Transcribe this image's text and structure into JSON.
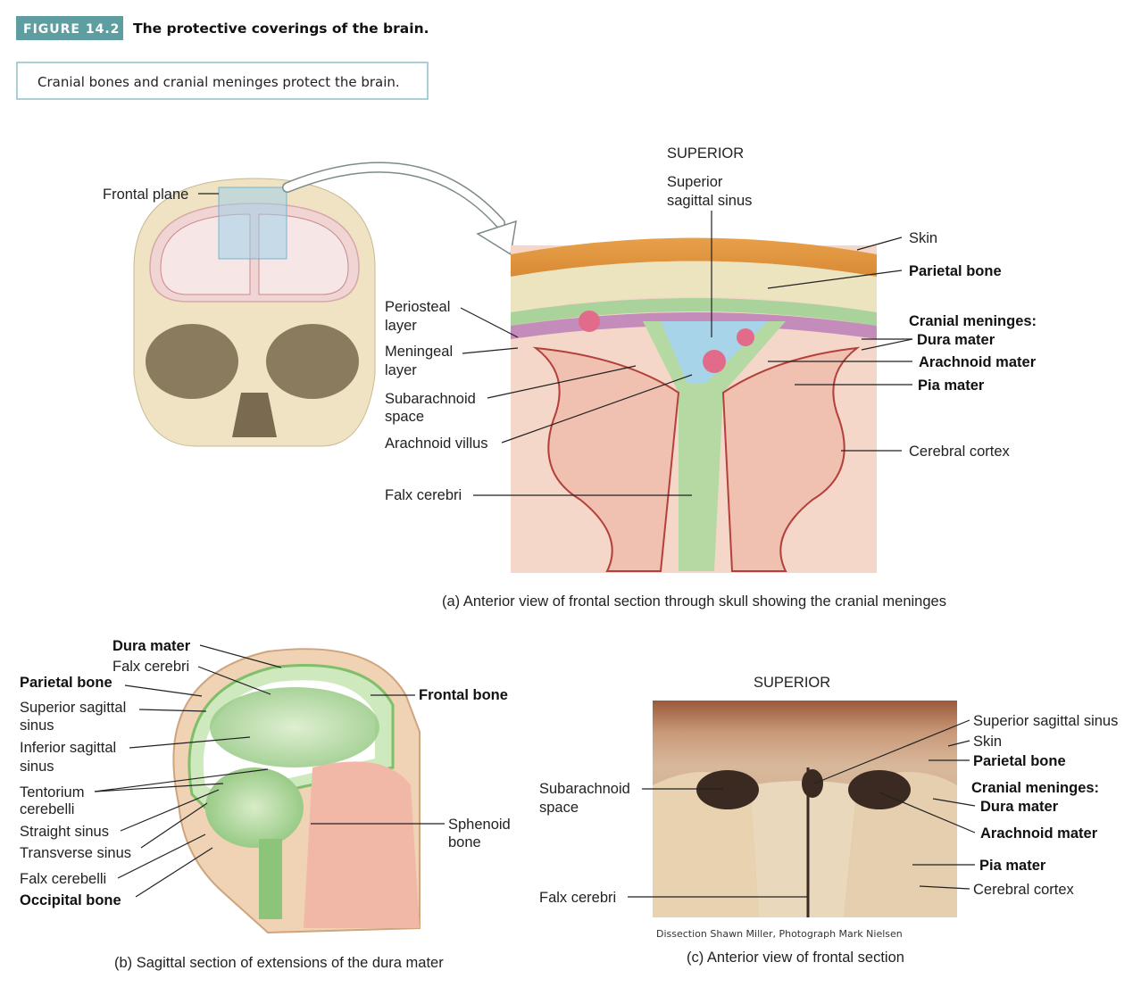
{
  "header": {
    "badge": "FIGURE 14.2",
    "title": "The protective coverings of the brain.",
    "summary": "Cranial bones and cranial meninges protect the brain."
  },
  "panel_a": {
    "superior": "SUPERIOR",
    "frontal_plane": "Frontal plane",
    "superior_sagittal_sinus": [
      "Superior",
      "sagittal sinus"
    ],
    "periosteal_layer": [
      "Periosteal",
      "layer"
    ],
    "meningeal_layer": [
      "Meningeal",
      "layer"
    ],
    "subarachnoid_space": [
      "Subarachnoid",
      "space"
    ],
    "arachnoid_villus": "Arachnoid villus",
    "falx_cerebri": "Falx cerebri",
    "skin": "Skin",
    "parietal_bone": "Parietal bone",
    "cranial_meninges": "Cranial meninges:",
    "dura_mater": "Dura mater",
    "arachnoid_mater": "Arachnoid mater",
    "pia_mater": "Pia mater",
    "cerebral_cortex": "Cerebral cortex",
    "caption": "(a) Anterior view of frontal section through skull showing the cranial meninges"
  },
  "panel_b": {
    "dura_mater": "Dura mater",
    "falx_cerebri": "Falx cerebri",
    "parietal_bone": "Parietal bone",
    "superior_sagittal_sinus": [
      "Superior sagittal",
      "sinus"
    ],
    "inferior_sagittal_sinus": [
      "Inferior sagittal",
      "sinus"
    ],
    "tentorium_cerebelli": [
      "Tentorium",
      "cerebelli"
    ],
    "straight_sinus": "Straight sinus",
    "transverse_sinus": "Transverse sinus",
    "falx_cerebelli": "Falx cerebelli",
    "occipital_bone": "Occipital bone",
    "frontal_bone": "Frontal bone",
    "sphenoid_bone": [
      "Sphenoid",
      "bone"
    ],
    "caption": "(b) Sagittal section of extensions of the dura mater"
  },
  "panel_c": {
    "superior": "SUPERIOR",
    "superior_sagittal_sinus": "Superior sagittal sinus",
    "skin": "Skin",
    "parietal_bone": "Parietal bone",
    "cranial_meninges": "Cranial meninges:",
    "dura_mater": "Dura mater",
    "arachnoid_mater": "Arachnoid mater",
    "pia_mater": "Pia mater",
    "cerebral_cortex": "Cerebral cortex",
    "subarachnoid_space": [
      "Subarachnoid",
      "space"
    ],
    "falx_cerebri": "Falx cerebri",
    "credit": "Dissection Shawn Miller, Photograph Mark Nielsen",
    "caption": "(c) Anterior view of frontal section"
  }
}
